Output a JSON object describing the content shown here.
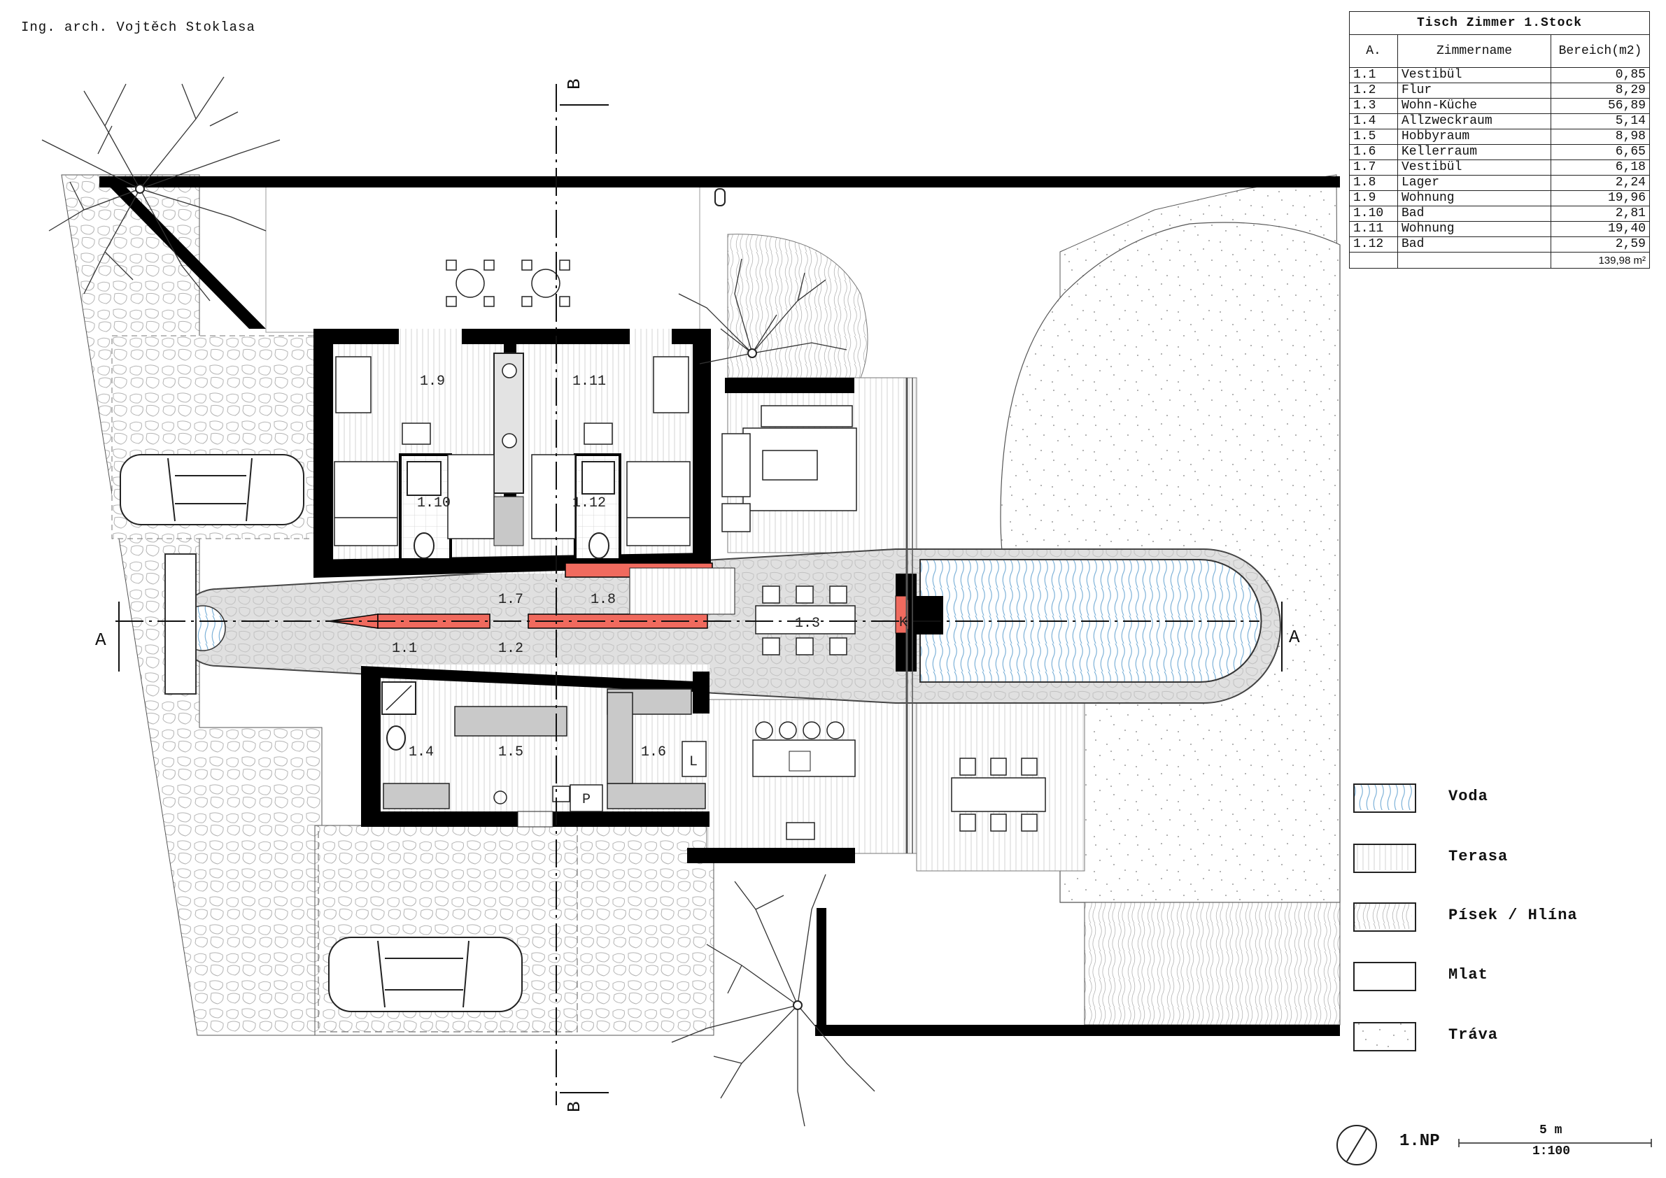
{
  "author": "Ing. arch. Vojtěch Stoklasa",
  "table": {
    "title": "Tisch Zimmer 1.Stock",
    "headers": [
      "A.",
      "Zimmername",
      "Bereich(m2)"
    ],
    "rows": [
      [
        "1.1",
        "Vestibül",
        "0,85"
      ],
      [
        "1.2",
        "Flur",
        "8,29"
      ],
      [
        "1.3",
        "Wohn-Küche",
        "56,89"
      ],
      [
        "1.4",
        "Allzweckraum",
        "5,14"
      ],
      [
        "1.5",
        "Hobbyraum",
        "8,98"
      ],
      [
        "1.6",
        "Kellerraum",
        "6,65"
      ],
      [
        "1.7",
        "Vestibül",
        "6,18"
      ],
      [
        "1.8",
        "Lager",
        "2,24"
      ],
      [
        "1.9",
        "Wohnung",
        "19,96"
      ],
      [
        "1.10",
        "Bad",
        "2,81"
      ],
      [
        "1.11",
        "Wohnung",
        "19,40"
      ],
      [
        "1.12",
        "Bad",
        "2,59"
      ]
    ],
    "total": "139,98 m²"
  },
  "legend": [
    {
      "label": "Voda",
      "pattern": "water"
    },
    {
      "label": "Terasa",
      "pattern": "terrace"
    },
    {
      "label": "Písek / Hlína",
      "pattern": "sand"
    },
    {
      "label": "Mlat",
      "pattern": "mlat"
    },
    {
      "label": "Tráva",
      "pattern": "grass"
    }
  ],
  "rooms": {
    "r1_1": "1.1",
    "r1_2": "1.2",
    "r1_3": "1.3",
    "r1_4": "1.4",
    "r1_5": "1.5",
    "r1_6": "1.6",
    "r1_7": "1.7",
    "r1_8": "1.8",
    "r1_9": "1.9",
    "r1_10": "1.10",
    "r1_11": "1.11",
    "r1_12": "1.12"
  },
  "marks": {
    "fireplace": "K",
    "storage_l": "L",
    "storage_p": "P"
  },
  "sections": {
    "a_left": "A",
    "a_right": "A",
    "b_top": "B",
    "b_bottom": "B"
  },
  "footer": {
    "floor": "1.NP",
    "scale_length": "5 m",
    "scale_ratio": "1:100"
  },
  "colors": {
    "wall": "#000000",
    "stairs_red": "#f06a5e",
    "water_blue": "#7fb3d9",
    "paving": "#dcdcdc"
  }
}
